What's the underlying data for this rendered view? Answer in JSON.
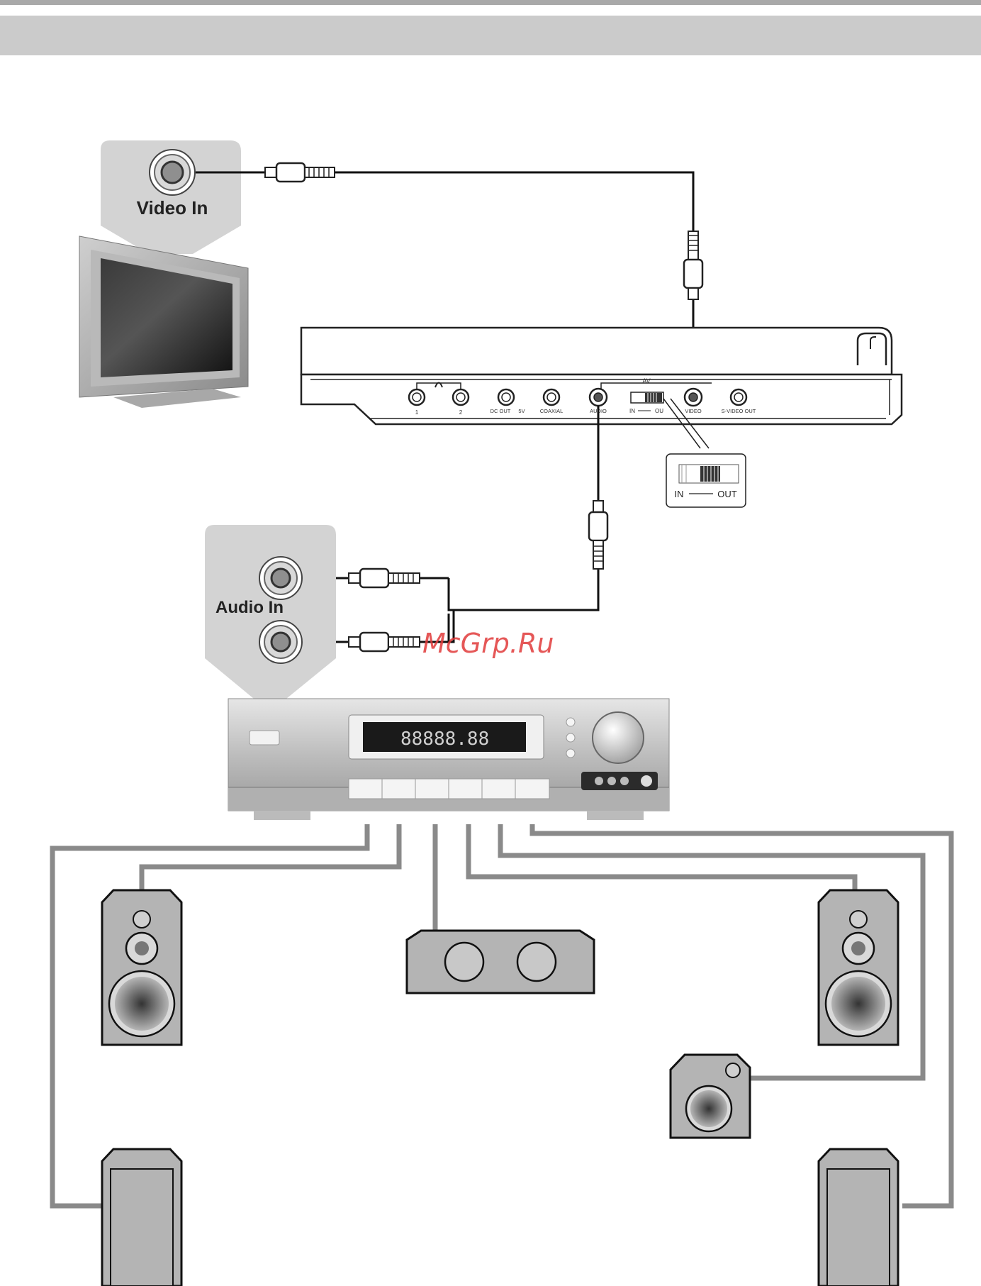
{
  "tv_panel": {
    "label": "Video In"
  },
  "receiver_panel": {
    "label": "Audio In"
  },
  "player_panel": {
    "headphone_jacks": [
      "1",
      "2"
    ],
    "av_label": "AV",
    "jacks": {
      "dc_out": "DC OUT",
      "dc_out_voltage": "5V",
      "coaxial": "COAXIAL",
      "audio": "AUDIO",
      "video": "VIDEO",
      "s_video_out": "S-VIDEO OUT"
    },
    "switch_in": "IN",
    "switch_out": "OU"
  },
  "switch_detail": {
    "in": "IN",
    "out": "OUT"
  },
  "watermark": "McGrp.Ru"
}
